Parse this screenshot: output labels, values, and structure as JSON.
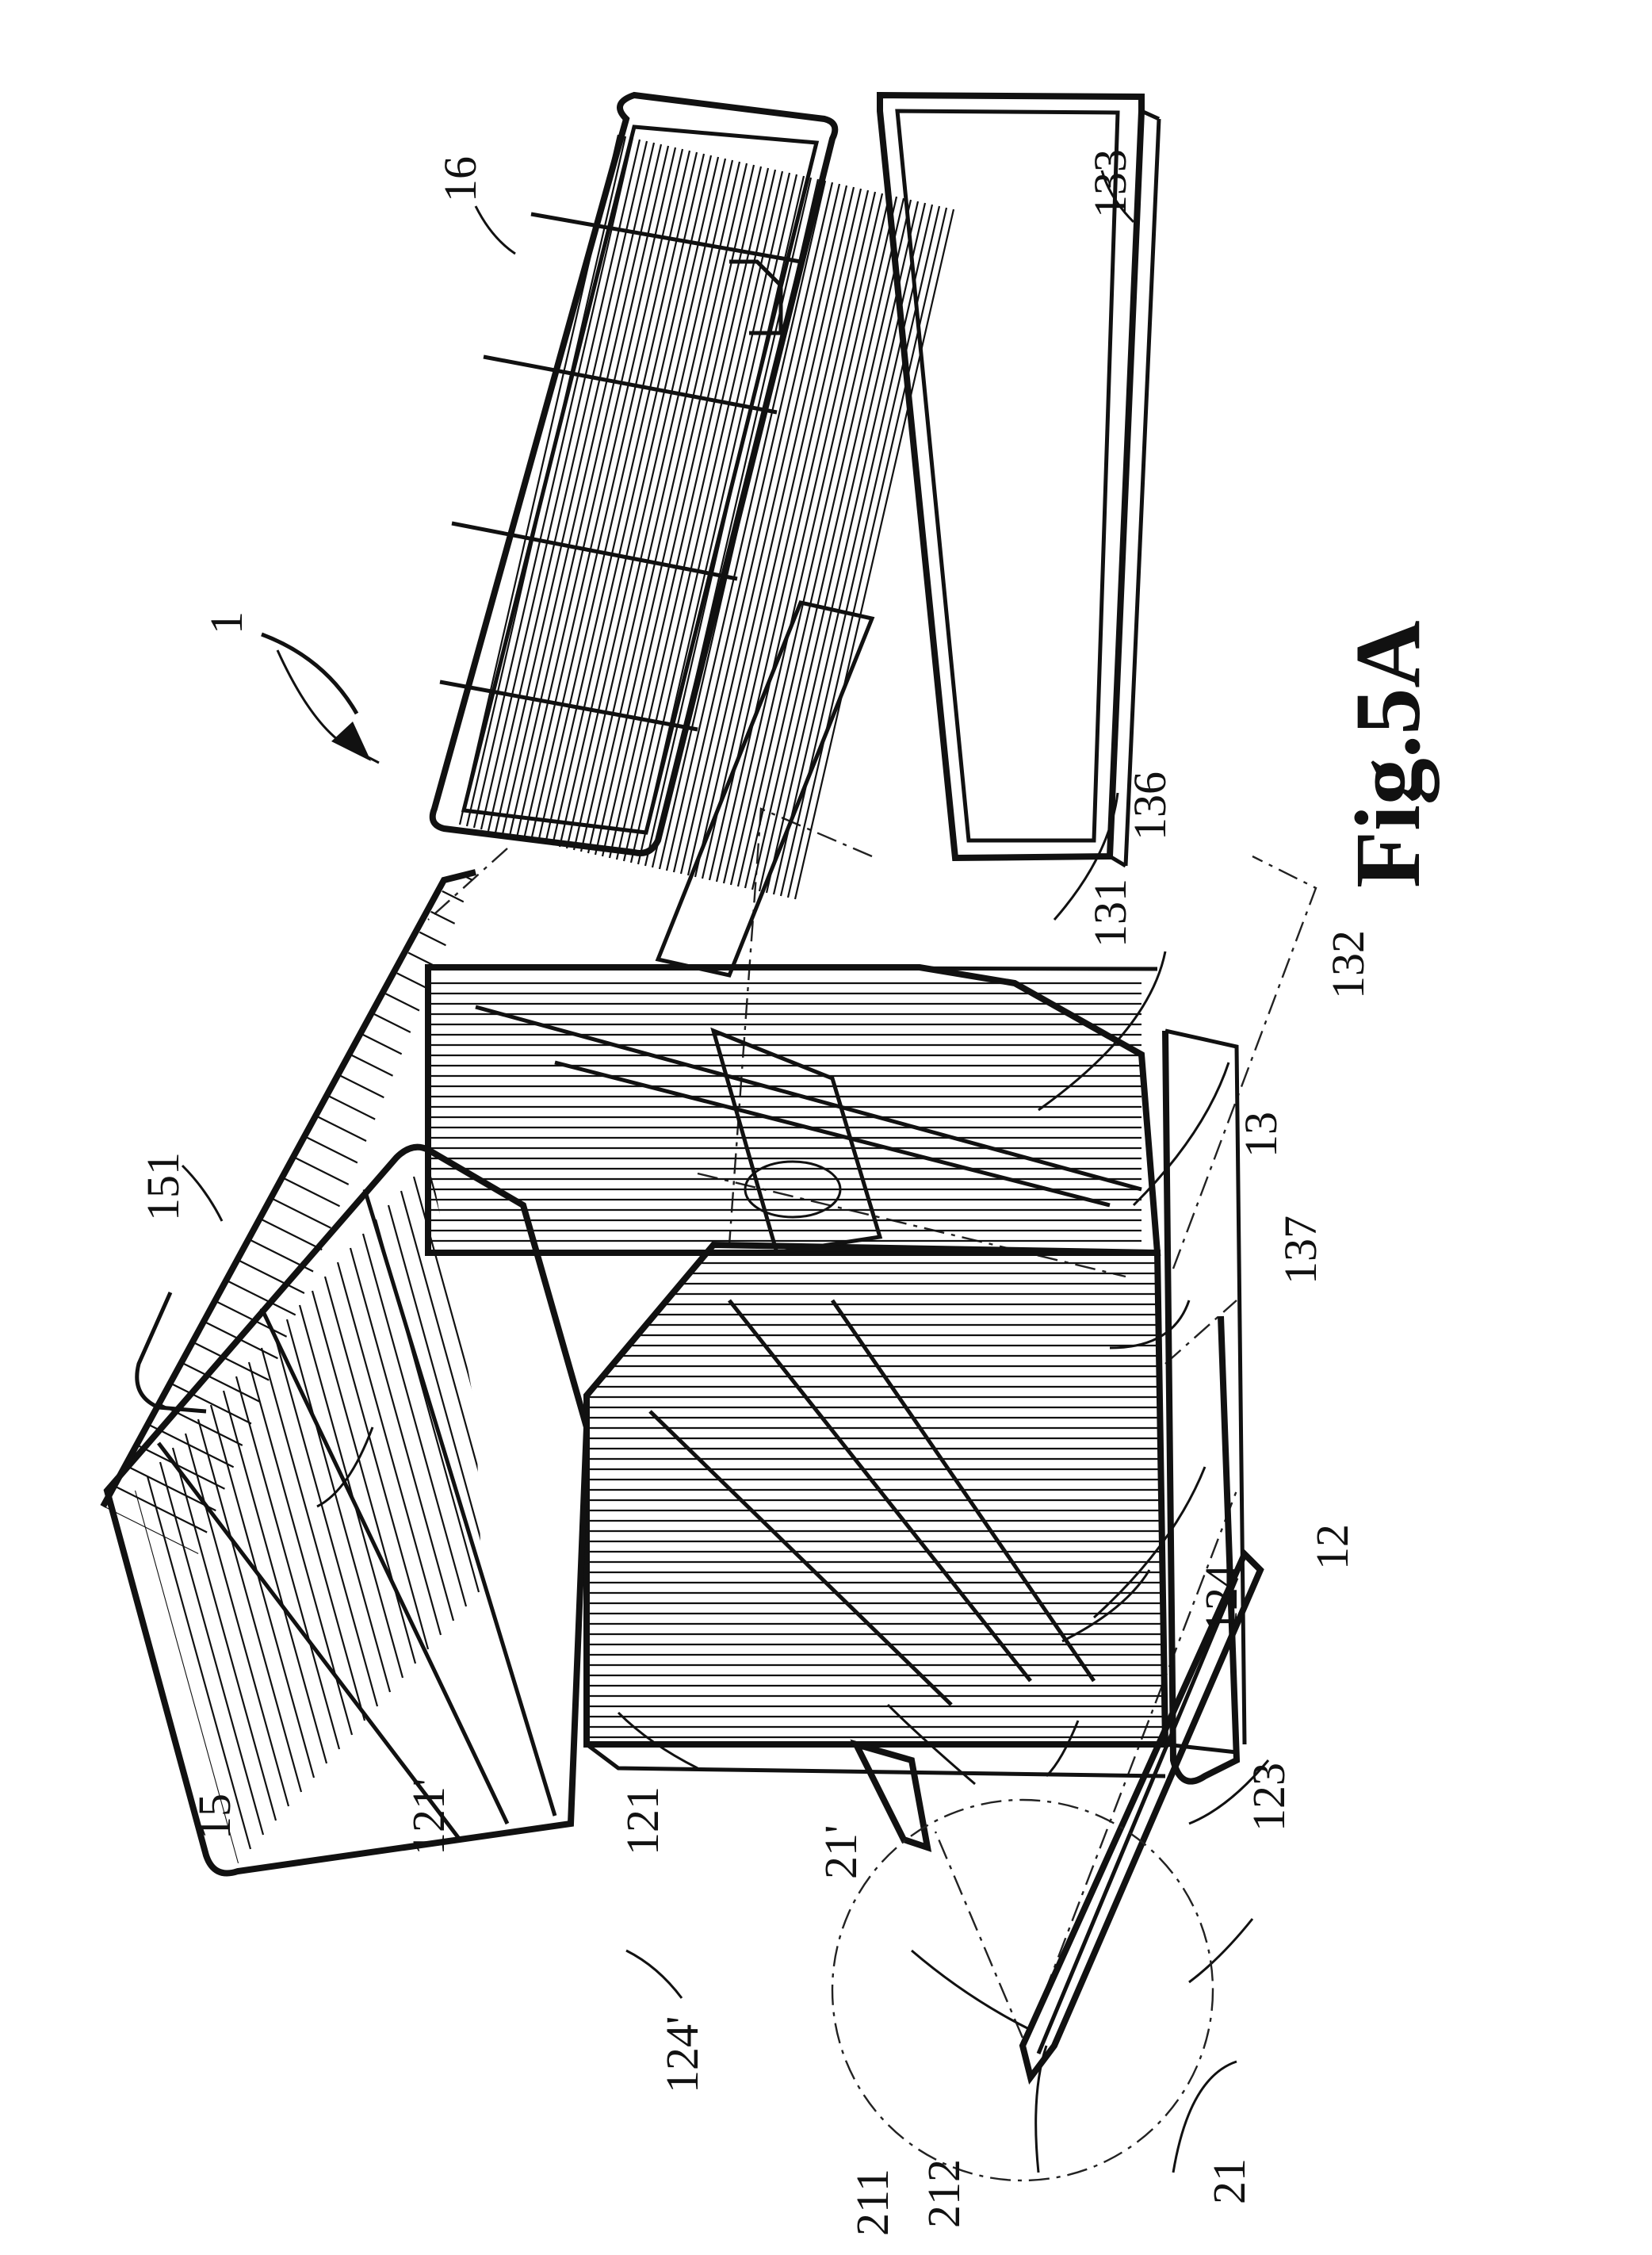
{
  "figure": {
    "title": "Fig.5A"
  },
  "labels": {
    "l1": "1",
    "l16": "16",
    "l133": "133",
    "l151": "151",
    "l131": "131",
    "l136": "136",
    "l132": "132",
    "l13": "13",
    "l137": "137",
    "l15": "15",
    "l121p": "121'",
    "l121": "121",
    "l124p": "124'",
    "l124": "124",
    "l123": "123",
    "l12": "12",
    "l21p": "21'",
    "l211": "211",
    "l212": "212",
    "l21": "21"
  }
}
